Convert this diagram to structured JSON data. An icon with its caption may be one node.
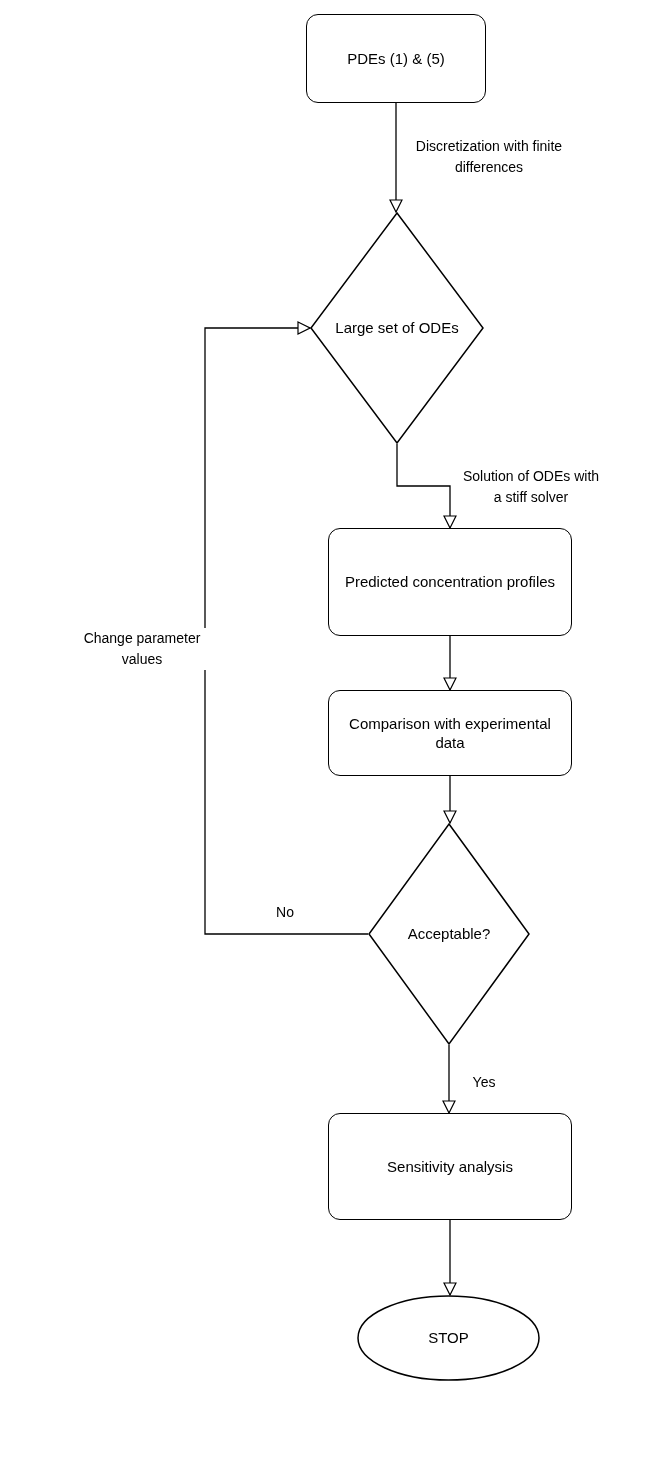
{
  "diagram": {
    "nodes": [
      {
        "text": [
          "PDEs (1) & (5)"
        ]
      },
      {
        "text": [
          "Large set of ODEs"
        ]
      },
      {
        "text": [
          "Predicted concentration profiles"
        ]
      },
      {
        "text": [
          "Comparison with experimental data"
        ]
      },
      {
        "text": [
          "Acceptable?"
        ]
      },
      {
        "text": [
          "Sensitivity analysis"
        ]
      },
      {
        "text": [
          "STOP"
        ]
      }
    ],
    "edges": [
      {
        "from": 0,
        "to": 1,
        "arrow": "to",
        "label": "Discretization with finite differences"
      },
      {
        "from": 1,
        "to": 2,
        "arrow": "to",
        "label": "Solution of ODEs with a stiff solver"
      },
      {
        "from": 2,
        "to": 3,
        "arrow": "to"
      },
      {
        "from": 3,
        "to": 4,
        "arrow": "to"
      },
      {
        "from": 4,
        "to": 5,
        "arrow": "to",
        "label": "Yes"
      },
      {
        "from": 5,
        "to": 6,
        "arrow": "to"
      },
      {
        "from": 4,
        "to": 1,
        "arrow": "to",
        "label": "No"
      }
    ],
    "labels": [
      "Change parameter values"
    ]
  }
}
